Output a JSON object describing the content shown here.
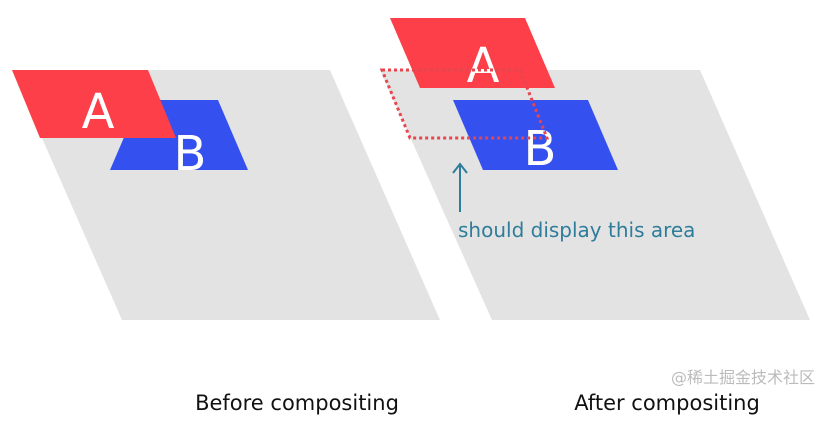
{
  "colors": {
    "layer_bg": "#e3e3e3",
    "layer_a": "#fd3f4a",
    "layer_b": "#3451f0",
    "annotation": "#2e7d9a",
    "dashed_outline": "#e8444e"
  },
  "before": {
    "letter_a": "A",
    "letter_b": "B",
    "caption": "Before compositing"
  },
  "after": {
    "letter_a": "A",
    "letter_b": "B",
    "caption": "After compositing",
    "annotation": "should display this area"
  },
  "watermark": "@稀土掘金技术社区"
}
